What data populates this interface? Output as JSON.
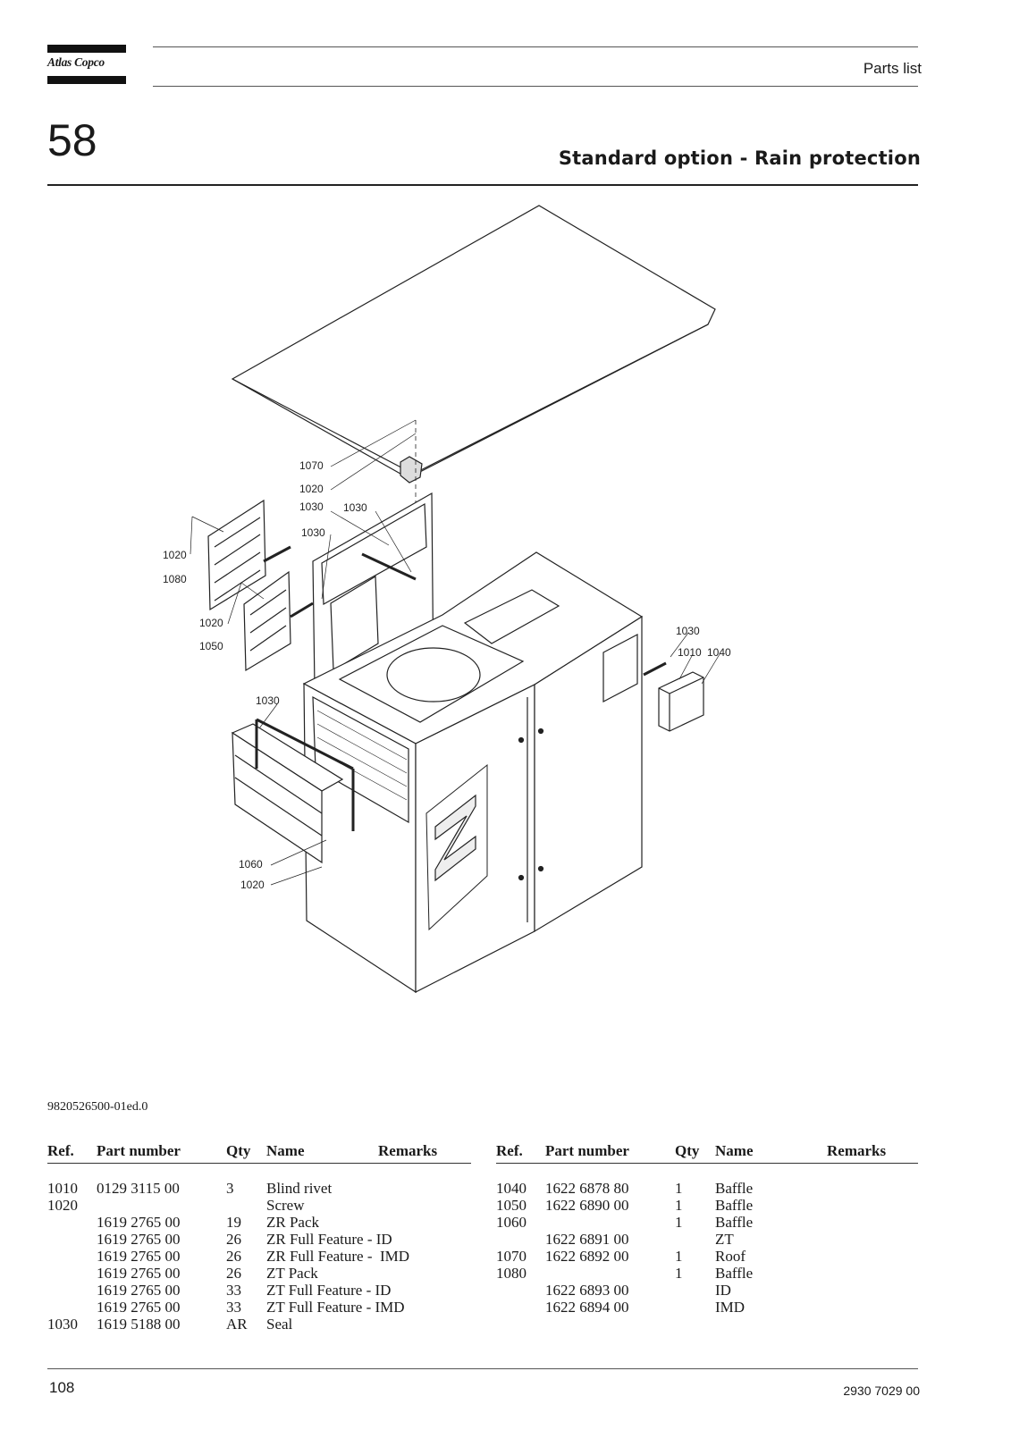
{
  "header": {
    "brand": "Atlas Copco",
    "label": "Parts list"
  },
  "chapter_number": "58",
  "section_title": "Standard option - Rain protection",
  "drawing": {
    "callouts": [
      "1070",
      "1020",
      "1030",
      "1030",
      "1030",
      "1020",
      "1080",
      "1020",
      "1050",
      "1030",
      "1060",
      "1020",
      "1030",
      "1010",
      "1040"
    ]
  },
  "drawing_id": "9820526500-01ed.0",
  "table_headers": {
    "ref": "Ref.",
    "part_number": "Part number",
    "qty": "Qty",
    "name": "Name",
    "remarks": "Remarks"
  },
  "left_rows": [
    {
      "ref": "1010",
      "part": "0129 3115 00",
      "qty": "3",
      "name": "Blind rivet"
    },
    {
      "ref": "1020",
      "part": "",
      "qty": "",
      "name": "Screw"
    },
    {
      "ref": "",
      "part": "1619 2765 00",
      "qty": "19",
      "name": "ZR Pack"
    },
    {
      "ref": "",
      "part": "1619 2765 00",
      "qty": "26",
      "name": "ZR Full Feature - ID"
    },
    {
      "ref": "",
      "part": "1619 2765 00",
      "qty": "26",
      "name": "ZR Full Feature -  IMD"
    },
    {
      "ref": "",
      "part": "1619 2765 00",
      "qty": "26",
      "name": "ZT Pack"
    },
    {
      "ref": "",
      "part": "1619 2765 00",
      "qty": "33",
      "name": "ZT Full Feature - ID"
    },
    {
      "ref": "",
      "part": "1619 2765 00",
      "qty": "33",
      "name": "ZT Full Feature - IMD"
    },
    {
      "ref": "1030",
      "part": "1619 5188 00",
      "qty": "AR",
      "name": "Seal"
    }
  ],
  "right_rows": [
    {
      "ref": "1040",
      "part": "1622 6878 80",
      "qty": "1",
      "name": "Baffle"
    },
    {
      "ref": "1050",
      "part": "1622 6890 00",
      "qty": "1",
      "name": "Baffle"
    },
    {
      "ref": "1060",
      "part": "",
      "qty": "1",
      "name": "Baffle"
    },
    {
      "ref": "",
      "part": "1622 6891 00",
      "qty": "",
      "name": "ZT"
    },
    {
      "ref": "1070",
      "part": "1622 6892 00",
      "qty": "1",
      "name": "Roof"
    },
    {
      "ref": "1080",
      "part": "",
      "qty": "1",
      "name": "Baffle"
    },
    {
      "ref": "",
      "part": "1622 6893 00",
      "qty": "",
      "name": "ID"
    },
    {
      "ref": "",
      "part": "1622 6894 00",
      "qty": "",
      "name": "IMD"
    }
  ],
  "footer": {
    "page_number": "108",
    "document_number": "2930 7029 00"
  }
}
